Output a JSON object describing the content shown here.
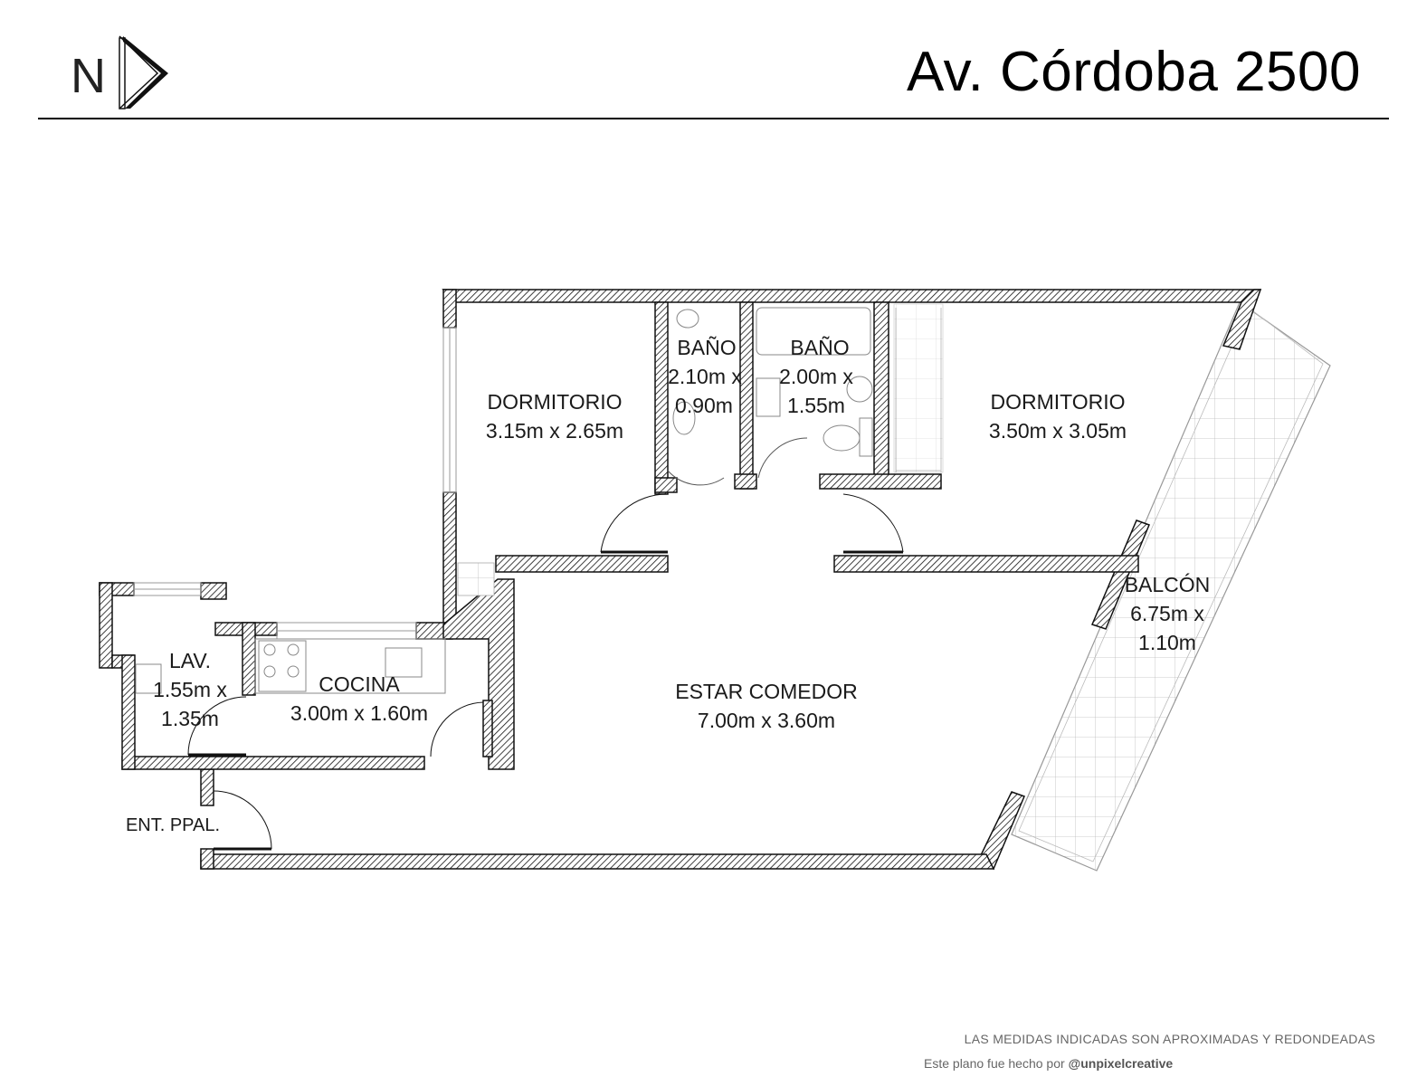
{
  "header": {
    "title": "Av. Córdoba 2500",
    "logo_letter": "N"
  },
  "rooms": [
    {
      "id": "dorm1",
      "name": "DORMITORIO",
      "size": "3.15m x 2.65m"
    },
    {
      "id": "bano1",
      "name": "BAÑO",
      "size_line1": "2.10m x",
      "size_line2": "0.90m"
    },
    {
      "id": "bano2",
      "name": "BAÑO",
      "size_line1": "2.00m x",
      "size_line2": "1.55m"
    },
    {
      "id": "dorm2",
      "name": "DORMITORIO",
      "size": "3.50m x 3.05m"
    },
    {
      "id": "balcon",
      "name": "BALCÓN",
      "size_line1": "6.75m x",
      "size_line2": "1.10m"
    },
    {
      "id": "lav",
      "name": "LAV.",
      "size_line1": "1.55m x",
      "size_line2": "1.35m"
    },
    {
      "id": "cocina",
      "name": "COCINA",
      "size": "3.00m x 1.60m"
    },
    {
      "id": "estar",
      "name": "ESTAR COMEDOR",
      "size": "7.00m x 3.60m"
    },
    {
      "id": "entrada",
      "name": "ENT. PPAL."
    }
  ],
  "footer": {
    "disclaimer": "LAS MEDIDAS INDICADAS SON APROXIMADAS Y REDONDEADAS",
    "credit_prefix": "Este plano fue hecho por ",
    "credit_handle": "@unpixelcreative"
  }
}
